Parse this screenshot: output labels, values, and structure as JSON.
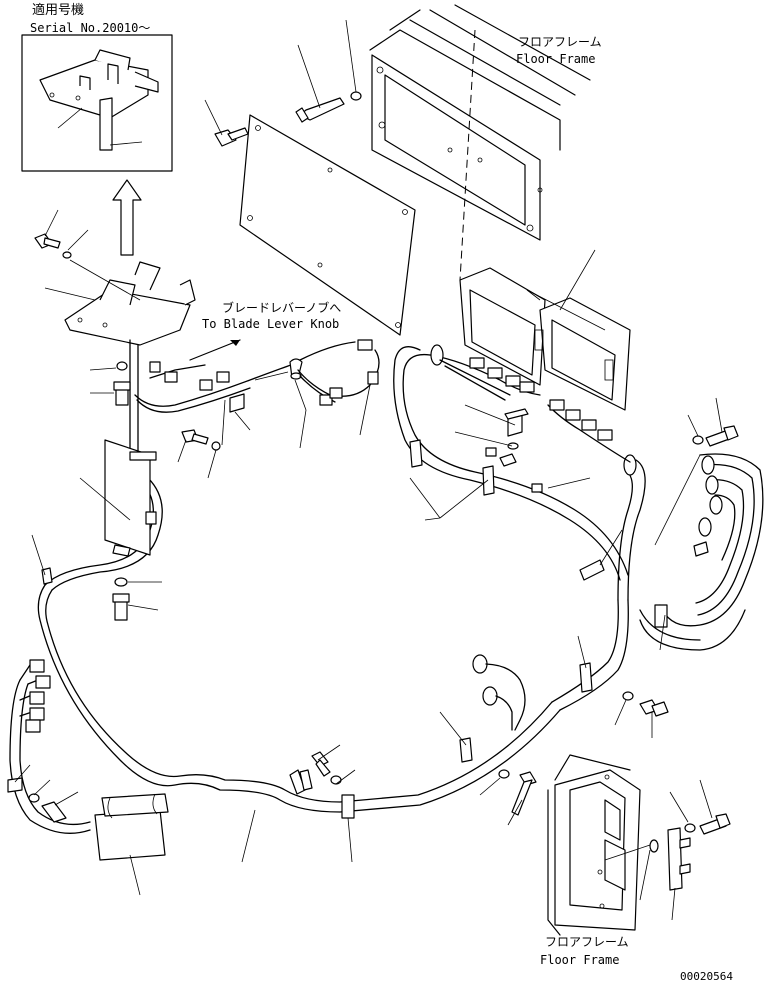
{
  "labels": {
    "applicable_jp": "適用号機",
    "serial": "Serial No.20010～",
    "floor_frame_top_jp": "フロアフレーム",
    "floor_frame_top_en": "Floor Frame",
    "blade_jp": "ブレードレバーノブへ",
    "blade_en": "To Blade Lever Knob",
    "floor_frame_bottom_jp": "フロアフレーム",
    "floor_frame_bottom_en": "Floor Frame",
    "drawing_number": "00020564"
  }
}
